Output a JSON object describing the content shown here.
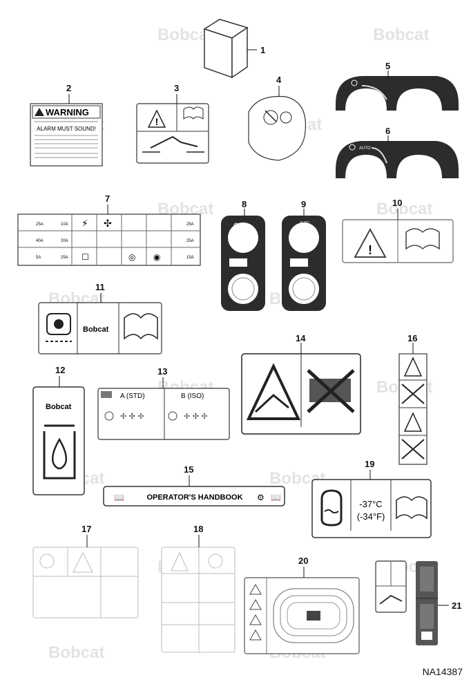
{
  "watermark": "Bobcat",
  "reference": "NA14387",
  "callouts": [
    "1",
    "2",
    "3",
    "4",
    "5",
    "6",
    "7",
    "8",
    "9",
    "10",
    "11",
    "12",
    "13",
    "14",
    "15",
    "16",
    "17",
    "18",
    "19",
    "20",
    "21"
  ],
  "decal_text": {
    "warning_title": "WARNING",
    "alarm": "ALARM MUST SOUND!",
    "bobcat_brand": "Bobcat",
    "mode_a": "A (STD)",
    "mode_b": "B (ISO)",
    "handbook": "OPERATOR'S HANDBOOK",
    "temp_c": "-37°C",
    "temp_f": "(-34°F)",
    "auto": "AUTO",
    "fuse_25a": "25A",
    "fuse_10a": "10A",
    "fuse_40a": "40A",
    "fuse_5a": "5A",
    "fuse_15a": "15A",
    "fuse_20a": "20A"
  },
  "colors": {
    "decal_dark": "#2c2c2c",
    "frame": "#444444",
    "watermark": "#e3e3e3",
    "callout": "#111111"
  }
}
